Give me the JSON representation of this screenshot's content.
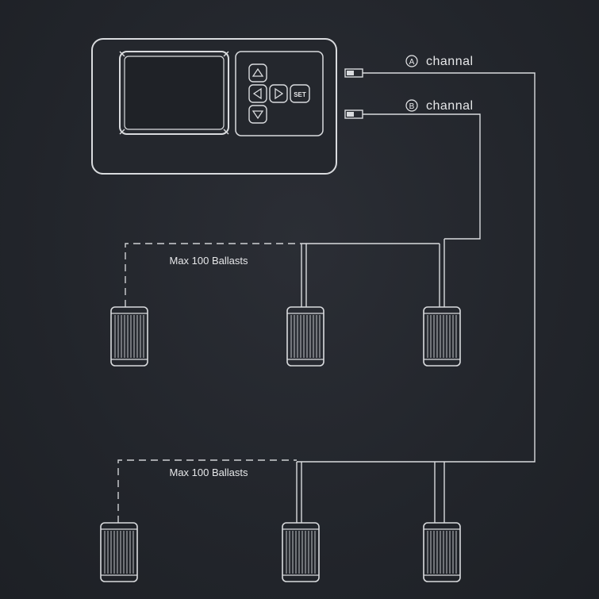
{
  "controller": {
    "keys": {
      "up": "up-arrow-icon",
      "down": "down-arrow-icon",
      "left": "left-arrow-icon",
      "right": "right-arrow-icon",
      "set": "SET"
    }
  },
  "channels": [
    {
      "letter": "A",
      "label": "channal"
    },
    {
      "letter": "B",
      "label": "channal"
    }
  ],
  "groups": [
    {
      "label": "Max 100 Ballasts"
    },
    {
      "label": "Max 100 Ballasts"
    }
  ]
}
